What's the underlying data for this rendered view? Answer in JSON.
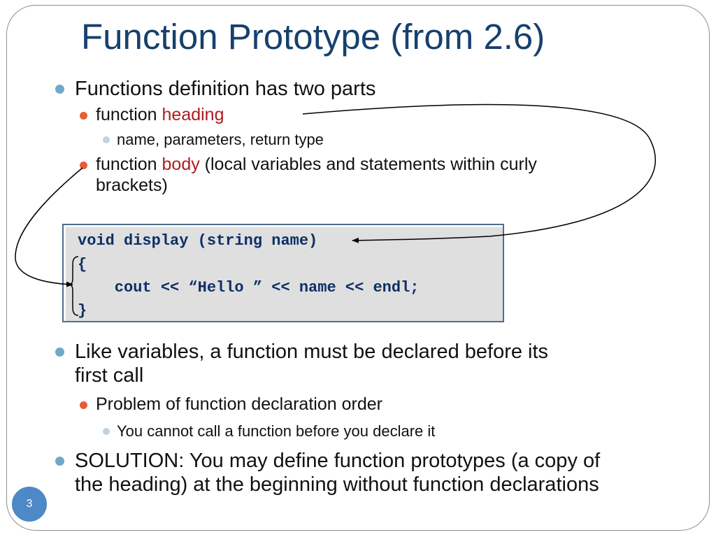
{
  "slide": {
    "title": "Function Prototype (from 2.6)",
    "page_number": "3",
    "colors": {
      "title": "#17406d",
      "highlight": "#b01c1c",
      "code_text": "#0d2f66",
      "code_bg": "#dfdfdf"
    },
    "bullets": {
      "definition": "Functions definition has two parts",
      "heading_prefix": "function ",
      "heading_word": "heading",
      "heading_detail": "name, parameters, return type",
      "body_prefix": "function ",
      "body_word": "body",
      "body_rest_1": " (local variables and statements within curly",
      "body_rest_2": "brackets)",
      "declare_1": "Like variables, a function must be declared before its",
      "declare_2": "first call",
      "problem": "Problem of function declaration order",
      "cannot_call": "You cannot call a function before you declare it",
      "solution_1": "SOLUTION: You may define function prototypes (a copy of",
      "solution_2": "the heading) at the beginning without function declarations"
    },
    "code": {
      "line1": "void display (string name)",
      "line2": "{",
      "line3": "    cout << “Hello ” << name << endl;",
      "line4": "}"
    }
  }
}
